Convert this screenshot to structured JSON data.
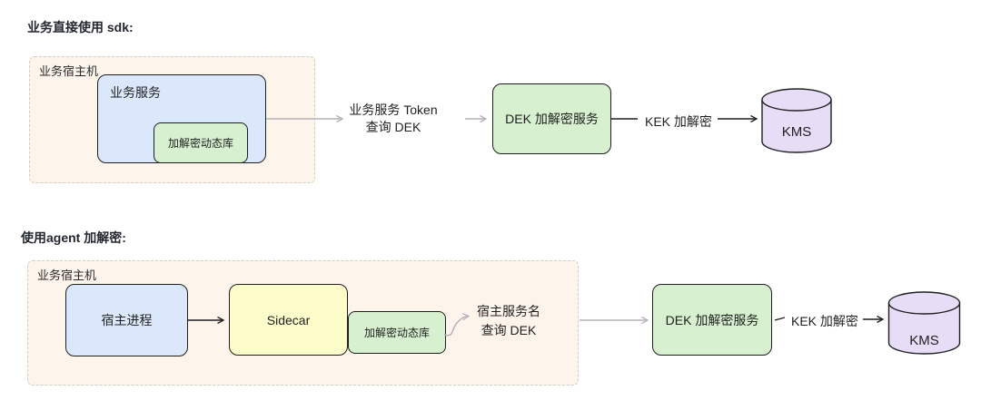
{
  "colors": {
    "host_bg": "#fdf5ec",
    "host_border": "#d2ccc2",
    "node_border": "#1f1f1f",
    "service_blue": "#dbe8fb",
    "lib_green": "#d7f0d0",
    "sidecar_yellow": "#fbfcca",
    "kms_purple": "#e8ddf7",
    "arrow_gray": "#b3b3b8",
    "arrow_black": "#1f1f1f",
    "text": "#1f1f1f"
  },
  "sections": [
    {
      "title": "业务直接使用 sdk:",
      "host_label": "业务宿主机",
      "service_label": "业务服务",
      "lib_label": "加解密动态库",
      "flow_label_line1": "业务服务 Token",
      "flow_label_line2": "查询 DEK",
      "dek_label": "DEK 加解密服务",
      "kek_label": "KEK 加解密",
      "kms_label": "KMS"
    },
    {
      "title": "使用agent 加解密:",
      "host_label": "业务宿主机",
      "process_label": "宿主进程",
      "sidecar_label": "Sidecar",
      "lib_label": "加解密动态库",
      "flow_label_line1": "宿主服务名",
      "flow_label_line2": "查询 DEK",
      "dek_label": "DEK 加解密服务",
      "kek_label": "KEK 加解密",
      "kms_label": "KMS"
    }
  ]
}
